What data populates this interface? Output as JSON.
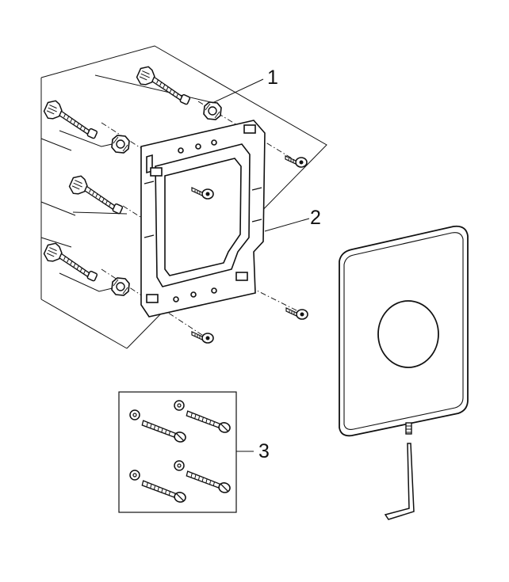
{
  "diagram": {
    "callouts": [
      {
        "id": "1",
        "label": "1"
      },
      {
        "id": "2",
        "label": "2"
      },
      {
        "id": "3",
        "label": "3"
      }
    ],
    "parts": [
      {
        "callout": "1",
        "name": "wall-anchors-and-nuts"
      },
      {
        "callout": "2",
        "name": "mounting-frame"
      },
      {
        "callout": "3",
        "name": "screw-set"
      }
    ],
    "colors": {
      "line": "#111111",
      "cover_plate": "#ffffff",
      "background": "#ffffff"
    }
  }
}
